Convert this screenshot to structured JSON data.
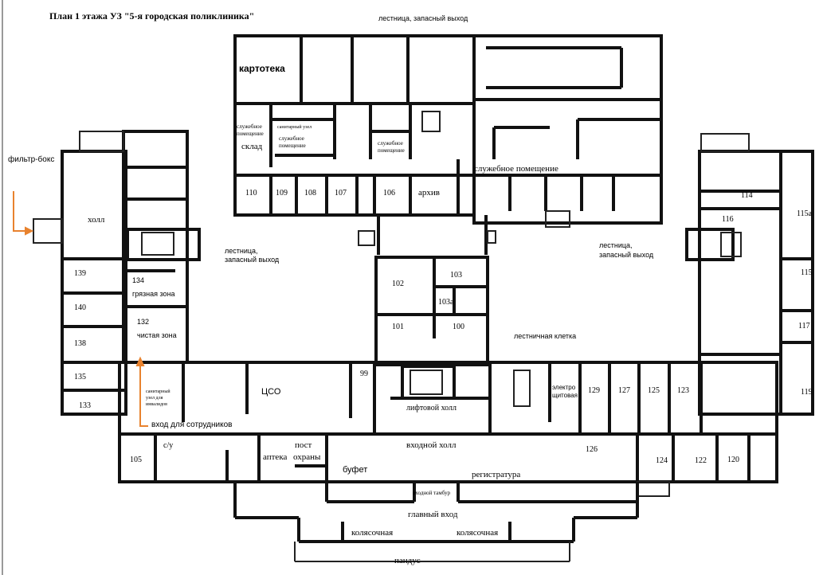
{
  "title": "План 1 этажа УЗ \"5-я городская поликлиника\"",
  "colors": {
    "walls": "#111111",
    "arrow": "#e8822e",
    "background": "#ffffff"
  },
  "labels": {
    "stairs_top": "лестница, запасный выход",
    "kartoteka": "картотека",
    "service1_a": "служебное",
    "service1_b": "помещение",
    "sklad": "склад",
    "sanuzel": "санитарный узел",
    "service2_a": "служебное",
    "service2_b": "помещение",
    "service3_a": "служебное",
    "service3_b": "помещение",
    "service_big": "служебное помещение",
    "r110": "110",
    "r109": "109",
    "r108": "108",
    "r107": "107",
    "r106": "106",
    "archive": "архив",
    "filter_box": "фильтр-бокс",
    "hall": "холл",
    "stairs_left_a": "лестница,",
    "stairs_left_b": "запасный выход",
    "r139": "139",
    "r140": "140",
    "r138": "138",
    "r135": "135",
    "r133": "133",
    "r134": "134",
    "dirty_zone": "грязная зона",
    "r132": "132",
    "clean_zone": "чистая зона",
    "r102": "102",
    "r103": "103",
    "r103a": "103а",
    "r101": "101",
    "r100": "100",
    "stairwell": "лестничная клетка",
    "r99": "99",
    "lift_hall": "лифтовой холл",
    "cso": "ЦСО",
    "disabled_wc_a": "санитарный",
    "disabled_wc_b": "узел для",
    "disabled_wc_c": "инвалидов",
    "staff_entrance": "вход для сотрудников",
    "electro_a": "электро",
    "electro_b": "щитовая",
    "r129": "129",
    "r127": "127",
    "r125": "125",
    "r123": "123",
    "r119": "119",
    "r114": "114",
    "r115a": "115а",
    "r116": "116",
    "stairs_right_a": "лестница,",
    "stairs_right_b": "запасный выход",
    "r115": "115",
    "r117": "117",
    "wc": "с/у",
    "r105": "105",
    "post_a": "пост",
    "pharmacy": "аптека",
    "post_b": "охраны",
    "buffet": "буфет",
    "entrance_hall": "входной холл",
    "registry": "регистратура",
    "r126": "126",
    "r124": "124",
    "r122": "122",
    "r120": "120",
    "vestibule": "входной тамбур",
    "main_entrance": "главный вход",
    "stroller1": "колясочная",
    "stroller2": "колясочная",
    "ramp": "пандус"
  }
}
